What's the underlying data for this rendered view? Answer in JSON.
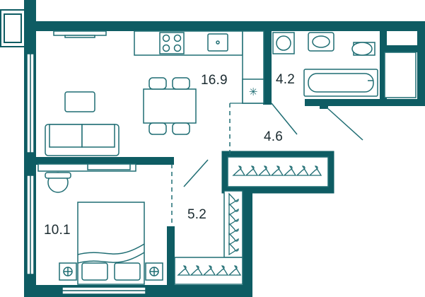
{
  "colors": {
    "wall": "#0e5c63",
    "furniture": "#1f6d73",
    "background": "#ffffff"
  },
  "rooms": {
    "living_kitchen": {
      "area": "16.9"
    },
    "bathroom": {
      "area": "4.2"
    },
    "hallway": {
      "area": "4.6"
    },
    "bedroom": {
      "area": "10.1"
    },
    "corridor": {
      "area": "5.2"
    }
  },
  "icons": {
    "vent": "asterisk",
    "hangers": "hanger"
  }
}
